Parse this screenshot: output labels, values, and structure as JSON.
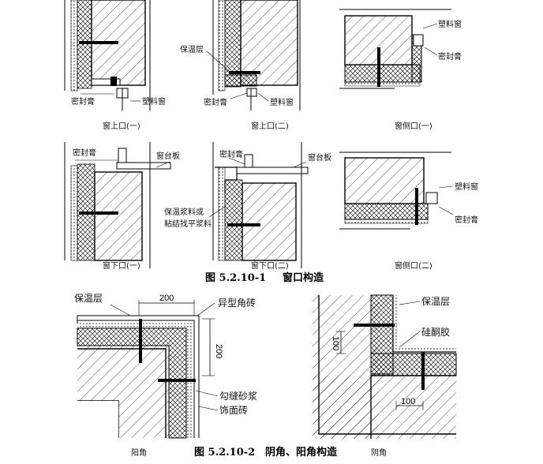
{
  "top": {
    "captions": {
      "d1": "窗上口(一)",
      "d2": "窗上口(二)",
      "d3": "窗侧口(一)",
      "d4": "窗下口(一)",
      "d5": "窗下口(二)",
      "d6": "窗侧口(二)"
    },
    "labels": {
      "d1_seal": "密封膏",
      "d1_plastic": "塑料窗",
      "d2_insulation": "保温层",
      "d2_seal": "密封膏",
      "d2_plastic": "塑料窗",
      "d3_plastic": "塑料窗",
      "d3_seal": "密封膏",
      "d4_seal": "密封膏",
      "d4_sill": "窗台板",
      "d5_seal": "密封膏",
      "d5_sill": "窗台板",
      "d5_mortar_1": "保温浆料或",
      "d5_mortar_2": "粘结找平浆料",
      "d6_plastic": "塑料窗",
      "d6_seal": "密封膏"
    },
    "figure_number": "图 5.2.10-1",
    "figure_title": "窗口构造"
  },
  "bottom": {
    "left": {
      "insulation": "保温层",
      "tile_shaped": "异型角砖",
      "dim_top": "200",
      "dim_side": "200",
      "pointing": "勾缝砂浆",
      "facing_tile": "饰面砖",
      "caption": "阳角"
    },
    "right": {
      "insulation": "保温层",
      "silicone": "硅酮胶",
      "dim_side": "100",
      "dim_bottom": "100",
      "caption": "阴角"
    },
    "figure_number": "图 5.2.10-2",
    "figure_title": "阴角、阳角构造"
  }
}
